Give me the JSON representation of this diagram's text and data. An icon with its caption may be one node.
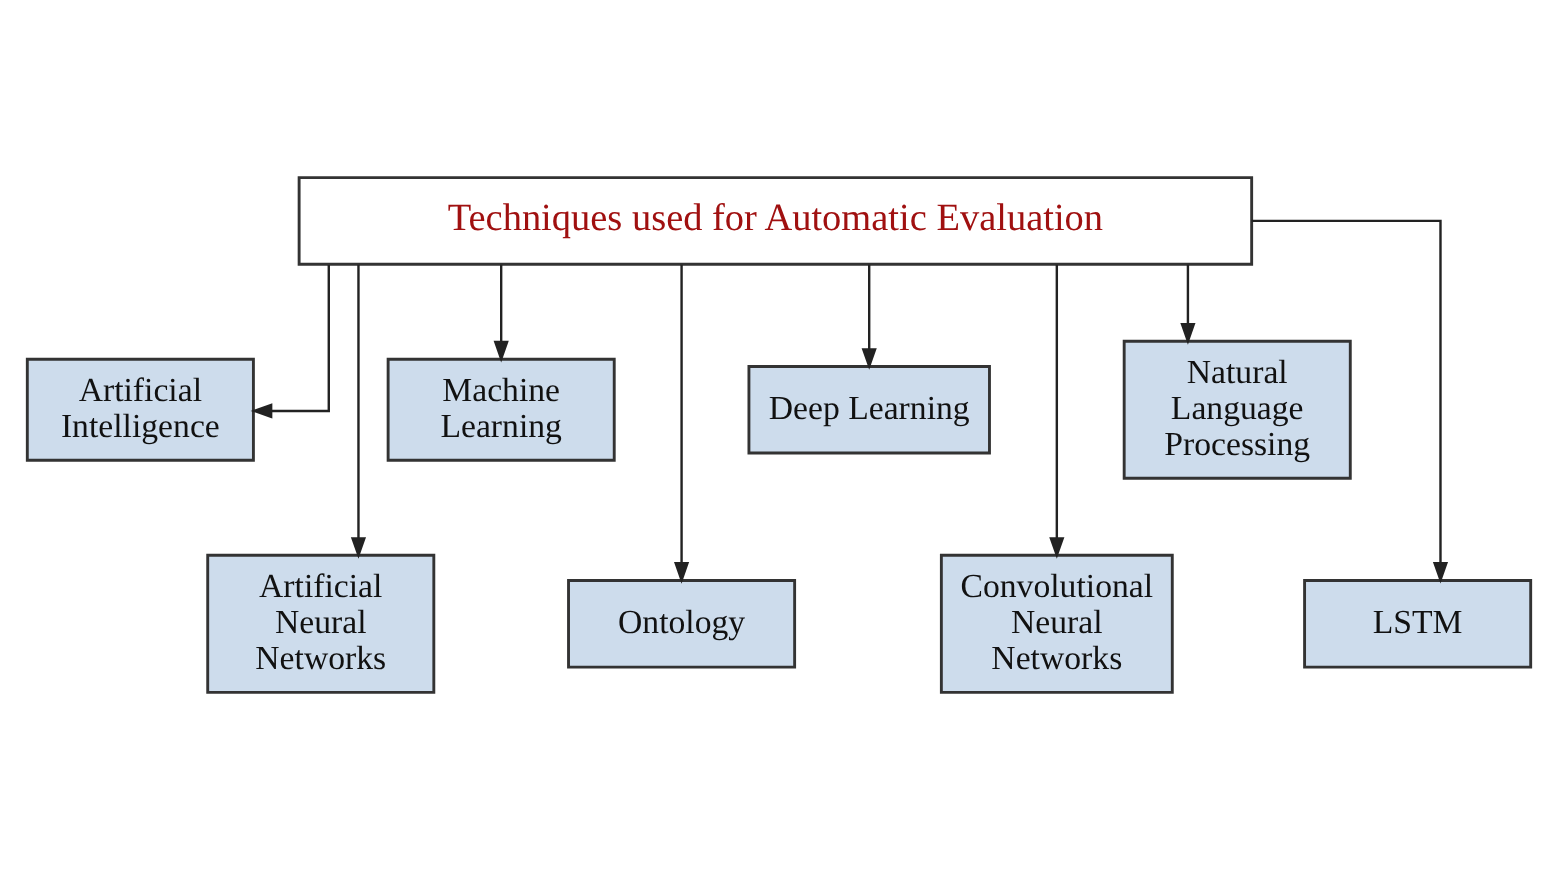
{
  "diagram": {
    "nodes": [
      {
        "text": [
          "Techniques used for Automatic Evaluation"
        ]
      },
      {
        "text": [
          "Artificial Intelligence"
        ]
      },
      {
        "text": [
          "Artificial Neural Networks"
        ]
      },
      {
        "text": [
          "Machine Learning"
        ]
      },
      {
        "text": [
          "Ontology"
        ]
      },
      {
        "text": [
          "Deep Learning"
        ]
      },
      {
        "text": [
          "Convolutional Neural Networks"
        ]
      },
      {
        "text": [
          "Natural Language Processing"
        ]
      },
      {
        "text": [
          "LSTM"
        ]
      }
    ],
    "edges": [
      {
        "from": 0,
        "to": 1,
        "arrow": "to"
      },
      {
        "from": 0,
        "to": 2,
        "arrow": "to"
      },
      {
        "from": 0,
        "to": 3,
        "arrow": "to"
      },
      {
        "from": 0,
        "to": 4,
        "arrow": "to"
      },
      {
        "from": 0,
        "to": 5,
        "arrow": "to"
      },
      {
        "from": 0,
        "to": 6,
        "arrow": "to"
      },
      {
        "from": 0,
        "to": 7,
        "arrow": "to"
      },
      {
        "from": 0,
        "to": 8,
        "arrow": "to"
      }
    ]
  }
}
